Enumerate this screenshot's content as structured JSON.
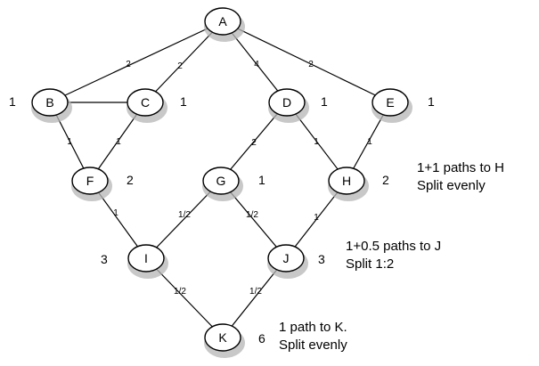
{
  "nodes": [
    {
      "id": "A",
      "label": "A",
      "count": ""
    },
    {
      "id": "B",
      "label": "B",
      "count": "1"
    },
    {
      "id": "C",
      "label": "C",
      "count": "1"
    },
    {
      "id": "D",
      "label": "D",
      "count": "1"
    },
    {
      "id": "E",
      "label": "E",
      "count": "1"
    },
    {
      "id": "F",
      "label": "F",
      "count": "2"
    },
    {
      "id": "G",
      "label": "G",
      "count": "1"
    },
    {
      "id": "H",
      "label": "H",
      "count": "2"
    },
    {
      "id": "I",
      "label": "I",
      "count": "3"
    },
    {
      "id": "J",
      "label": "J",
      "count": "3"
    },
    {
      "id": "K",
      "label": "K",
      "count": "6"
    }
  ],
  "edges": [
    {
      "from": "A",
      "to": "B",
      "label": "2"
    },
    {
      "from": "A",
      "to": "C",
      "label": "2"
    },
    {
      "from": "A",
      "to": "D",
      "label": "4"
    },
    {
      "from": "A",
      "to": "E",
      "label": "2"
    },
    {
      "from": "B",
      "to": "C",
      "label": ""
    },
    {
      "from": "B",
      "to": "F",
      "label": "1"
    },
    {
      "from": "C",
      "to": "F",
      "label": "1"
    },
    {
      "from": "D",
      "to": "G",
      "label": "2"
    },
    {
      "from": "D",
      "to": "H",
      "label": "1"
    },
    {
      "from": "E",
      "to": "H",
      "label": "1"
    },
    {
      "from": "F",
      "to": "I",
      "label": "1"
    },
    {
      "from": "G",
      "to": "I",
      "label": "1/2"
    },
    {
      "from": "G",
      "to": "J",
      "label": "1/2"
    },
    {
      "from": "H",
      "to": "J",
      "label": "1"
    },
    {
      "from": "I",
      "to": "K",
      "label": "1/2"
    },
    {
      "from": "J",
      "to": "K",
      "label": "1/2"
    }
  ],
  "notes": [
    {
      "id": "note-h",
      "lines": [
        "1+1 paths to H",
        "Split evenly"
      ]
    },
    {
      "id": "note-j",
      "lines": [
        "1+0.5 paths to J",
        "Split 1:2"
      ]
    },
    {
      "id": "note-k",
      "lines": [
        "1 path to K.",
        "Split evenly"
      ]
    }
  ]
}
